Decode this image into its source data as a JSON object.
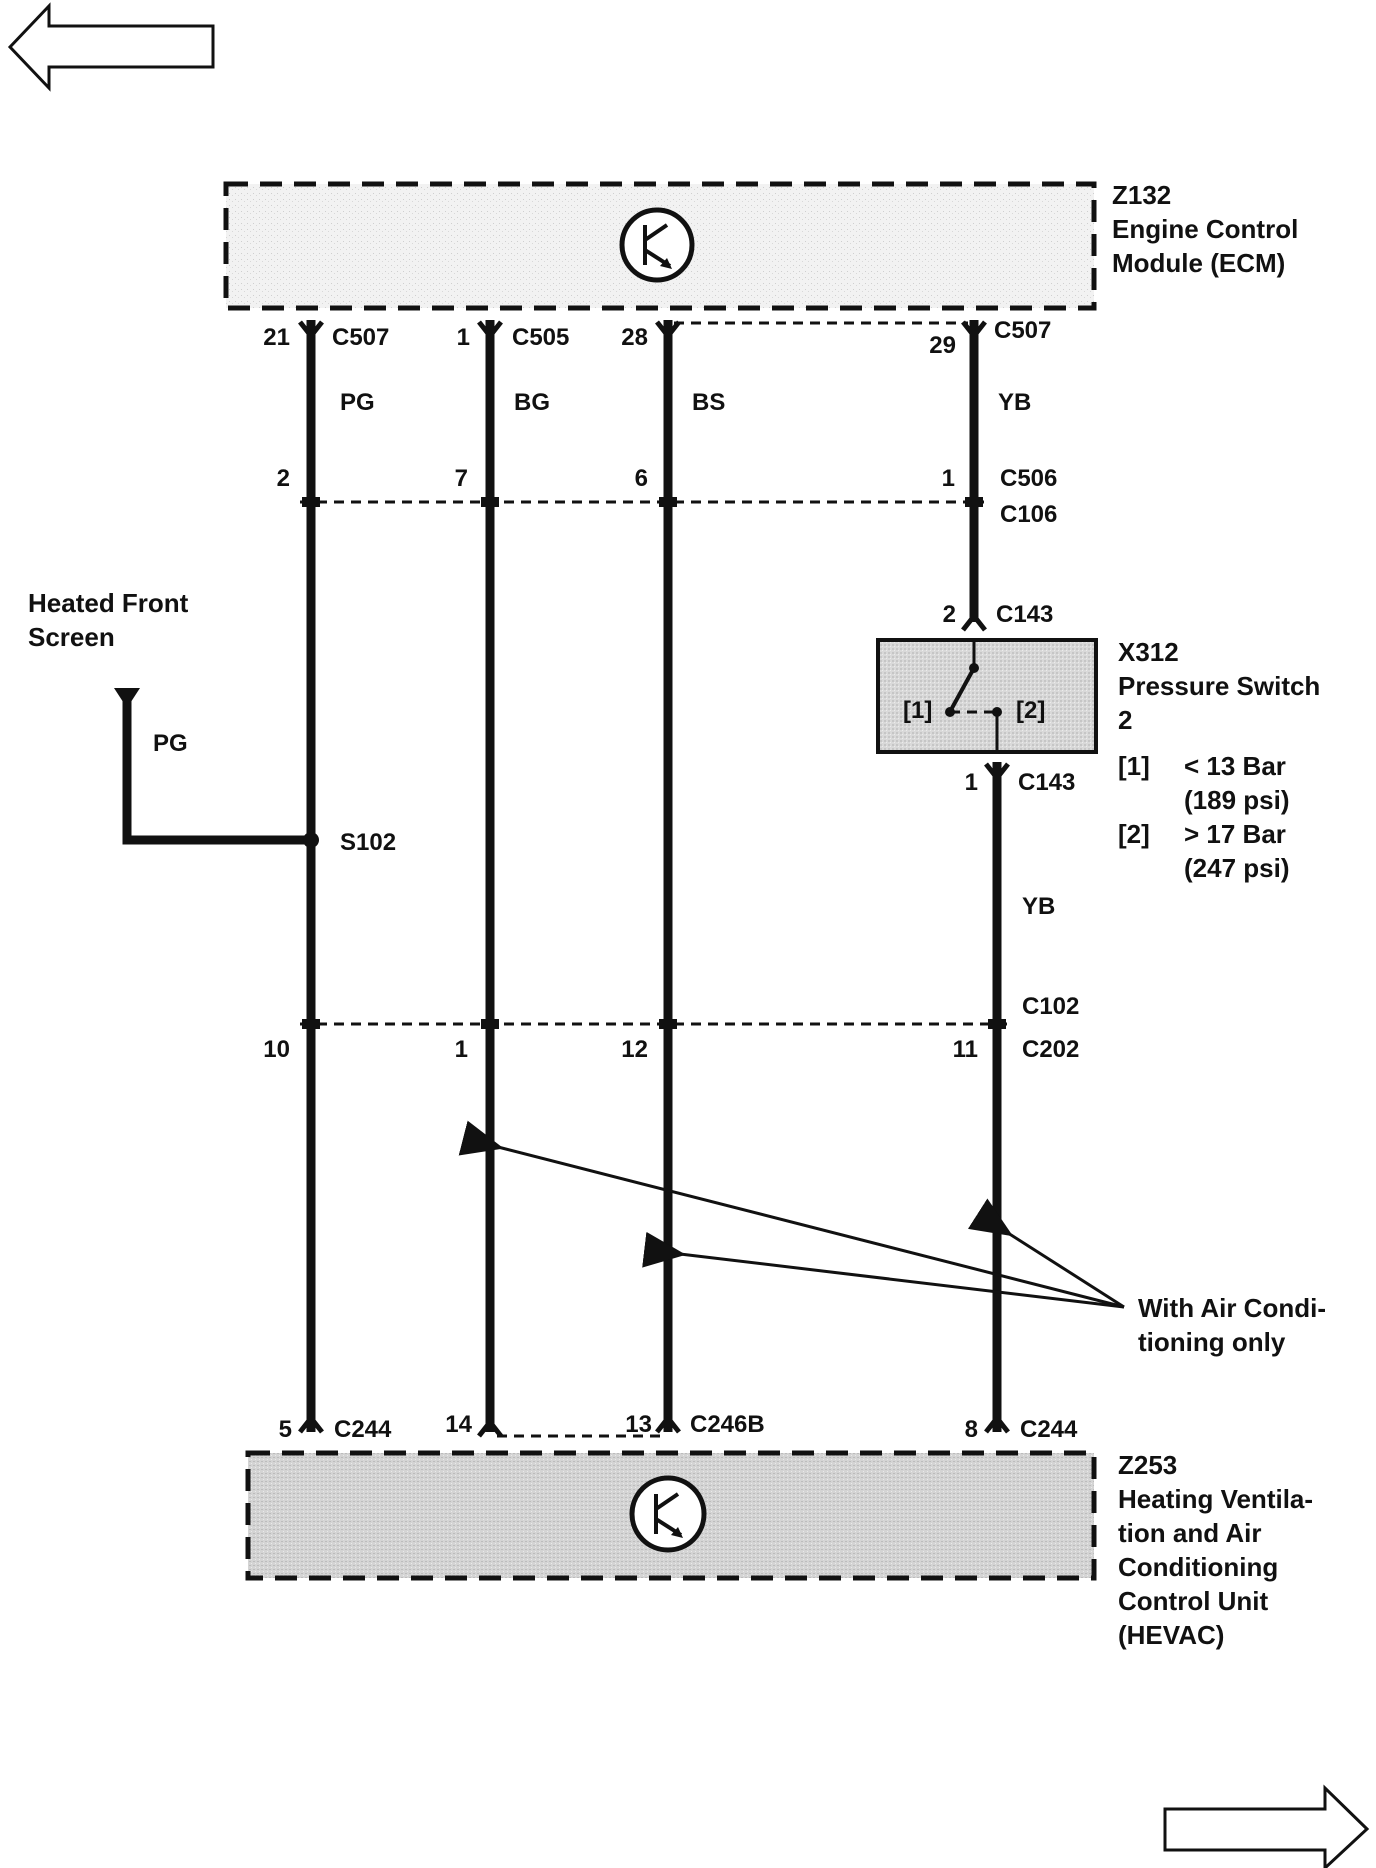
{
  "nav": {
    "prev_label": "",
    "next_label": ""
  },
  "ecm": {
    "id": "Z132",
    "name_line1": "Engine Control",
    "name_line2": "Module (ECM)"
  },
  "hevac": {
    "id": "Z253",
    "name_lines": [
      "Heating Ventila-",
      "tion and Air",
      "Conditioning",
      "Control Unit",
      "(HEVAC)"
    ]
  },
  "top_connectors": {
    "w1": {
      "pin": "21",
      "conn": "C507",
      "color": "PG"
    },
    "w2": {
      "pin": "1",
      "conn": "C505",
      "color": "BG"
    },
    "w3": {
      "pin": "28",
      "conn": "",
      "color": "BS"
    },
    "w4": {
      "pin": "29",
      "conn": "C507",
      "color": "YB"
    }
  },
  "upper_junction": {
    "pins": [
      "2",
      "7",
      "6",
      "1"
    ],
    "conn_a": "C506",
    "conn_b": "C106"
  },
  "heated_screen": {
    "line1": "Heated Front",
    "line2": "Screen",
    "color": "PG",
    "splice": "S102"
  },
  "switch": {
    "id": "X312",
    "name_line1": "Pressure Switch",
    "name_line2": "2",
    "top_pin": "2",
    "top_conn": "C143",
    "bottom_pin": "1",
    "bottom_conn": "C143",
    "pos1": "[1]",
    "pos2": "[2]",
    "legend": [
      {
        "key": "[1]",
        "line1": "< 13 Bar",
        "line2": "(189 psi)"
      },
      {
        "key": "[2]",
        "line1": "> 17 Bar",
        "line2": "(247 psi)"
      }
    ],
    "wire_color": "YB"
  },
  "lower_junction": {
    "pins": [
      "10",
      "1",
      "12",
      "11"
    ],
    "conn_a": "C102",
    "conn_b": "C202"
  },
  "note": {
    "line1": "With Air Condi-",
    "line2": "tioning only"
  },
  "bottom_connectors": {
    "w1": {
      "pin": "5",
      "conn": "C244"
    },
    "w2": {
      "pin": "14",
      "conn": ""
    },
    "w3": {
      "pin": "13",
      "conn": "C246B"
    },
    "w4": {
      "pin": "8",
      "conn": "C244"
    }
  }
}
